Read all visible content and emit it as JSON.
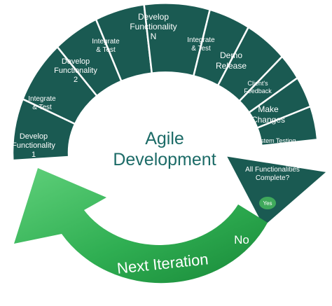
{
  "center": {
    "line1": "Agile",
    "line2": "Development"
  },
  "steps": [
    {
      "lines": [
        "Develop",
        "Functionality",
        "1"
      ]
    },
    {
      "lines": [
        "Integrate",
        "& Test"
      ]
    },
    {
      "lines": [
        "Develop",
        "Functionality",
        "2"
      ]
    },
    {
      "lines": [
        "Integrate",
        "& Test"
      ]
    },
    {
      "lines": [
        "Develop",
        "Functionality",
        "N"
      ]
    },
    {
      "lines": [
        "Integrate",
        "& Test"
      ]
    },
    {
      "lines": [
        "Demo",
        "Release"
      ]
    },
    {
      "lines": [
        "Client's",
        "Feedback"
      ]
    },
    {
      "lines": [
        "Make",
        "Changes"
      ]
    },
    {
      "lines": [
        "System Testing"
      ]
    }
  ],
  "decision": {
    "lines": [
      "All Functionalities",
      "Complete?"
    ],
    "yes_label": "Yes"
  },
  "loop": {
    "label": "Next Iteration",
    "no_label": "No"
  },
  "colors": {
    "segment": "#1a5a52",
    "center_text": "#1c6b67",
    "arrow_light": "#4fc26a",
    "arrow_dark": "#1c8c3c",
    "yes_badge": "#3fa95b"
  }
}
